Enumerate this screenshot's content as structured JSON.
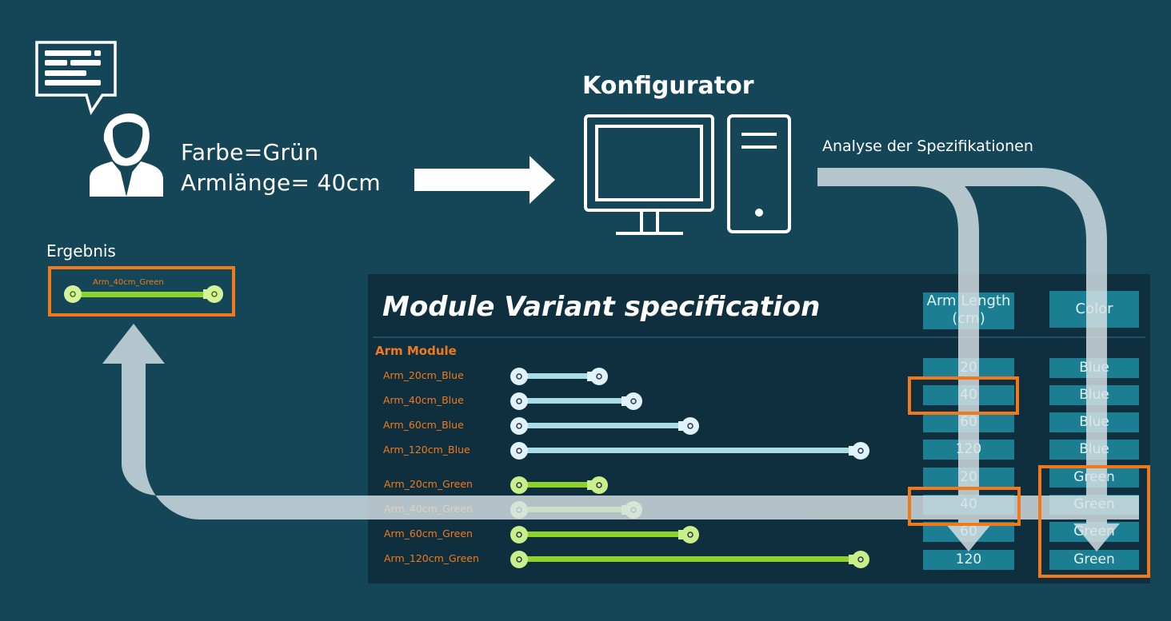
{
  "customer": {
    "request_line1": "Farbe=Grün",
    "request_line2": "Armlänge= 40cm"
  },
  "configurator": {
    "title": "Konfigurator"
  },
  "analysis_label": "Analyse der Spezifikationen",
  "result": {
    "label": "Ergebnis",
    "variant_name": "Arm_40cm_Green"
  },
  "spec_table": {
    "title": "Module Variant specification",
    "column_arm_length": "Arm Length (cm)",
    "column_color": "Color",
    "section": "Arm Module",
    "rows": [
      {
        "name": "Arm_20cm_Blue",
        "length": "20",
        "color": "Blue",
        "length_value": 20
      },
      {
        "name": "Arm_40cm_Blue",
        "length": "40",
        "color": "Blue",
        "length_value": 40
      },
      {
        "name": "Arm_60cm_Blue",
        "length": "60",
        "color": "Blue",
        "length_value": 60
      },
      {
        "name": "Arm_120cm_Blue",
        "length": "120",
        "color": "Blue",
        "length_value": 120
      },
      {
        "name": "Arm_20cm_Green",
        "length": "20",
        "color": "Green",
        "length_value": 20
      },
      {
        "name": "Arm_40cm_Green",
        "length": "40",
        "color": "Green",
        "length_value": 40
      },
      {
        "name": "Arm_60cm_Green",
        "length": "60",
        "color": "Green",
        "length_value": 60
      },
      {
        "name": "Arm_120cm_Green",
        "length": "120",
        "color": "Green",
        "length_value": 120
      }
    ]
  },
  "colors": {
    "background": "#154658",
    "panel": "#102f3e",
    "highlight": "#f07a1b",
    "blue_arm": "#a9dbe9",
    "green_arm": "#8ed22d",
    "cell": "#1b7e92"
  }
}
